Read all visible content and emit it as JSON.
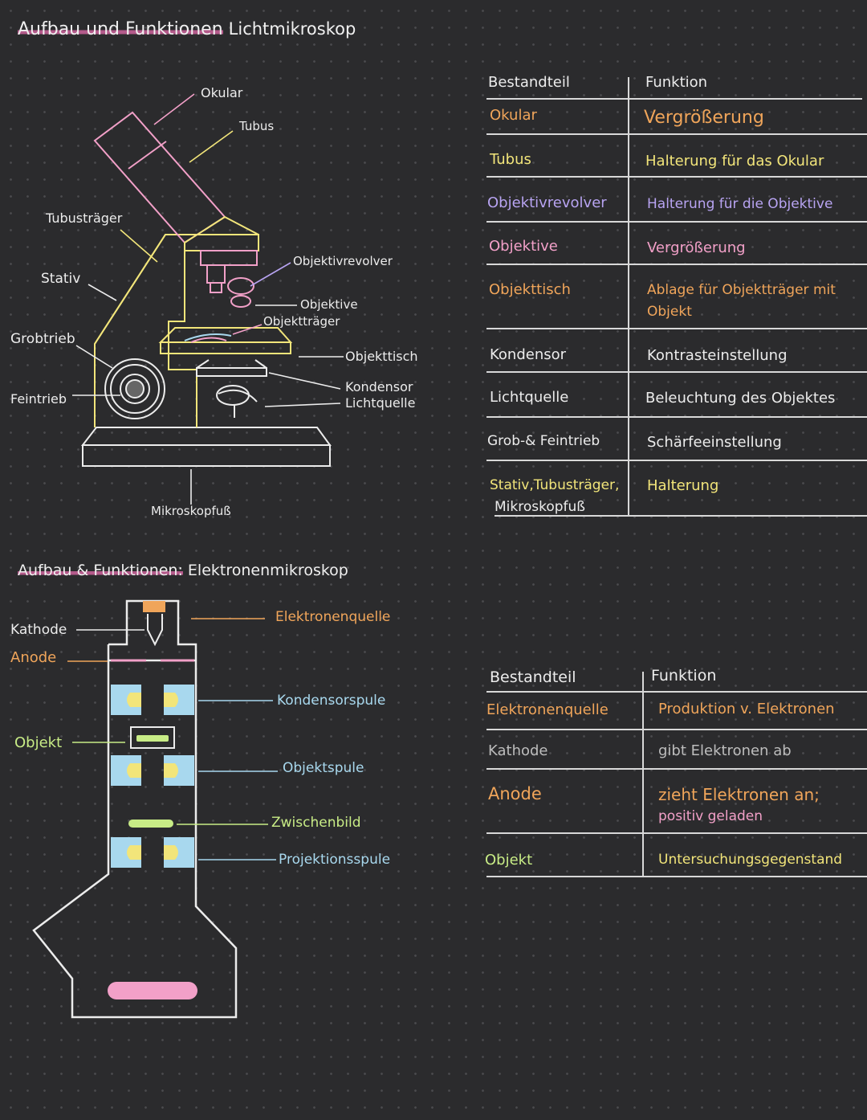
{
  "light": {
    "title_part1": "Aufbau und Funktionen",
    "title_part2": "Lichtmikroskop",
    "labels": {
      "okular": "Okular",
      "tubus": "Tubus",
      "tubustraeger": "Tubusträger",
      "stativ": "Stativ",
      "grobtrieb": "Grobtrieb",
      "feintrieb": "Feintrieb",
      "objektivrevolver": "Objektivrevolver",
      "objektive": "Objektive",
      "objekttraeger": "Objektträger",
      "objekttisch": "Objekttisch",
      "kondensor": "Kondensor",
      "lichtquelle": "Lichtquelle",
      "mikroskopfuss": "Mikroskopfuß"
    },
    "table": {
      "header_part": "Bestandteil",
      "header_func": "Funktion",
      "rows": [
        {
          "part": "Okular",
          "func": "Vergrößerung"
        },
        {
          "part": "Tubus",
          "func": "Halterung für das Okular"
        },
        {
          "part": "Objektivrevolver",
          "func": "Halterung für die Objektive"
        },
        {
          "part": "Objektive",
          "func": "Vergrößerung"
        },
        {
          "part": "Objekttisch",
          "func_line1": "Ablage für Objektträger mit",
          "func_line2": "Objekt"
        },
        {
          "part": "Kondensor",
          "func": "Kontrasteinstellung"
        },
        {
          "part": "Lichtquelle",
          "func": "Beleuchtung des Objektes"
        },
        {
          "part": "Grob-& Feintrieb",
          "func": "Schärfeeinstellung"
        },
        {
          "part_line1": "Stativ,Tubusträger,",
          "part_line2": "Mikroskopfuß",
          "func": "Halterung"
        }
      ]
    }
  },
  "electron": {
    "title_part1": "Aufbau & Funktionen:",
    "title_part2": "Elektronenmikroskop",
    "labels": {
      "kathode": "Kathode",
      "anode": "Anode",
      "objekt": "Objekt",
      "elektronenquelle": "Elektronenquelle",
      "kondensorspule": "Kondensorspule",
      "objektspule": "Objektspule",
      "zwischenbild": "Zwischenbild",
      "projektionsspule": "Projektionsspule"
    },
    "table": {
      "header_part": "Bestandteil",
      "header_func": "Funktion",
      "rows": [
        {
          "part": "Elektronenquelle",
          "func": "Produktion v. Elektronen"
        },
        {
          "part": "Kathode",
          "func": "gibt Elektronen ab"
        },
        {
          "part": "Anode",
          "func_line1": "zieht Elektronen an;",
          "func_line2": "positiv geladen"
        },
        {
          "part": "Objekt",
          "func": "Untersuchungsgegenstand"
        }
      ]
    }
  },
  "colors": {
    "background": "#2b2b2d",
    "yellow": "#f2e57a",
    "pink": "#f2a0c8",
    "orange": "#f0a55a",
    "purple": "#b8a4f2",
    "blue": "#a8d8ee",
    "green": "#c8ec86"
  }
}
